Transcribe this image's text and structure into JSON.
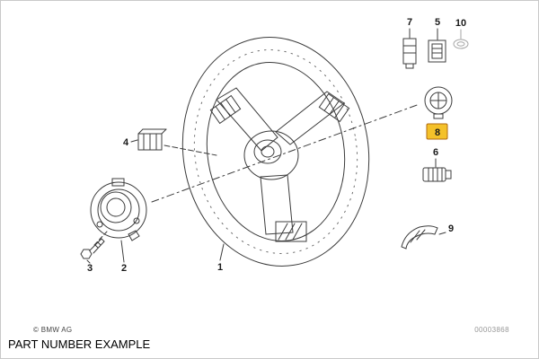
{
  "caption": "PART NUMBER EXAMPLE",
  "footer": {
    "copyright": "© BMW AG",
    "doc_number": "00003868"
  },
  "colors": {
    "line": "#3c3c3c",
    "muted": "#a6a6a6",
    "highlight_fill": "#f4c12a",
    "highlight_stroke": "#b06a10"
  },
  "labels": {
    "n1": "1",
    "n2": "2",
    "n3": "3",
    "n4": "4",
    "n5": "5",
    "n6": "6",
    "n7": "7",
    "n8": "8",
    "n9": "9",
    "n10": "10"
  }
}
